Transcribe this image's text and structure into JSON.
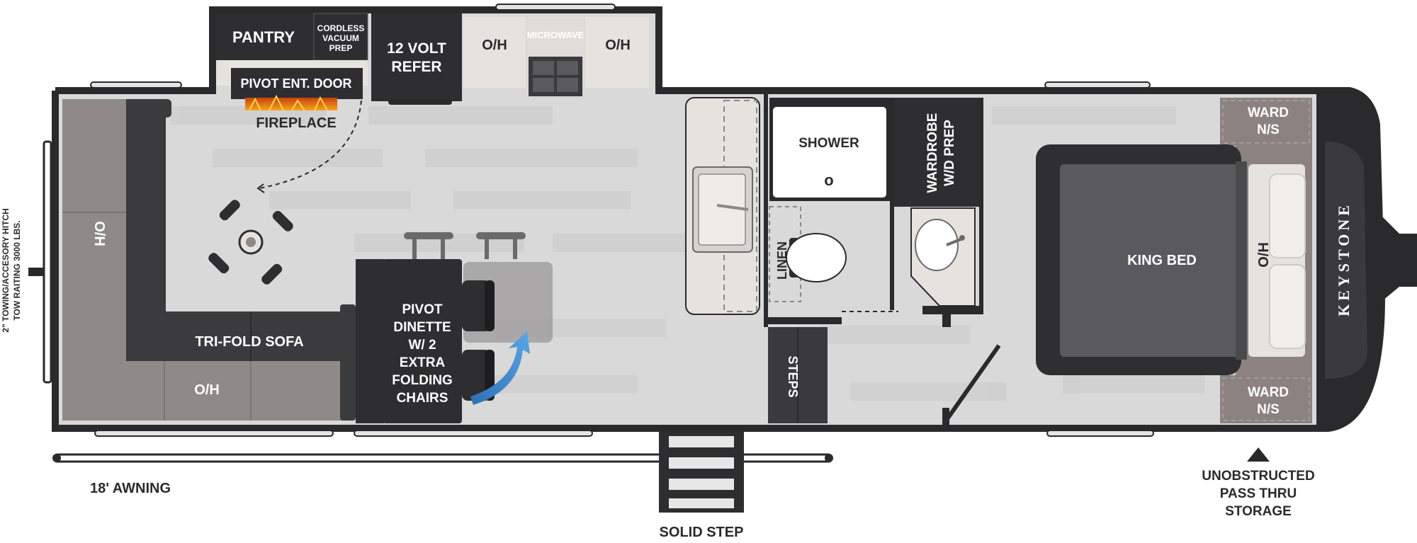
{
  "labels": {
    "pantry": "PANTRY",
    "vacuum_l1": "CORDLESS",
    "vacuum_l2": "VACUUM",
    "vacuum_l3": "PREP",
    "refer_l1": "12 VOLT",
    "refer_l2": "REFER",
    "oh": "O/H",
    "microwave": "MICROWAVE",
    "pivot_door": "PIVOT ENT. DOOR",
    "fireplace": "FIREPLACE",
    "sofa": "TRI-FOLD SOFA",
    "dinette_l1": "PIVOT",
    "dinette_l2": "DINETTE",
    "dinette_l3": "W/ 2",
    "dinette_l4": "EXTRA",
    "dinette_l5": "FOLDING",
    "dinette_l6": "CHAIRS",
    "shower": "SHOWER",
    "shower_drain": "o",
    "wardrobe_l1": "WARDROBE",
    "wardrobe_l2": "W/D PREP",
    "linen": "LINEN",
    "steps": "STEPS",
    "king_bed": "KING BED",
    "ward_ns_l1": "WARD",
    "ward_ns_l2": "N/S",
    "brand": "KEYSTONE",
    "hitch_l1": "2\" TOWING/ACCESORY HITCH",
    "hitch_l2": "TOW RAITING 3000 LBS.",
    "awning": "18' AWNING",
    "solid_step": "SOLID STEP",
    "storage_l1": "UNOBSTRUCTED",
    "storage_l2": "PASS THRU",
    "storage_l3": "STORAGE"
  },
  "colors": {
    "wall": "#2a2a2c",
    "floor": "#d9d9d9",
    "floor_plank": "#cfcfcf",
    "cabinet": "#e6e3df",
    "dark_fixture": "#3a3a3d",
    "sofa": "#8f8a88",
    "sofa_dark": "#3b3b3e",
    "bed": "#5a5a5d",
    "bed_frame": "#2f2f31",
    "ward": "#8c8280",
    "arrow_blue": "#4a8fd0",
    "fire": "#e8701a"
  }
}
